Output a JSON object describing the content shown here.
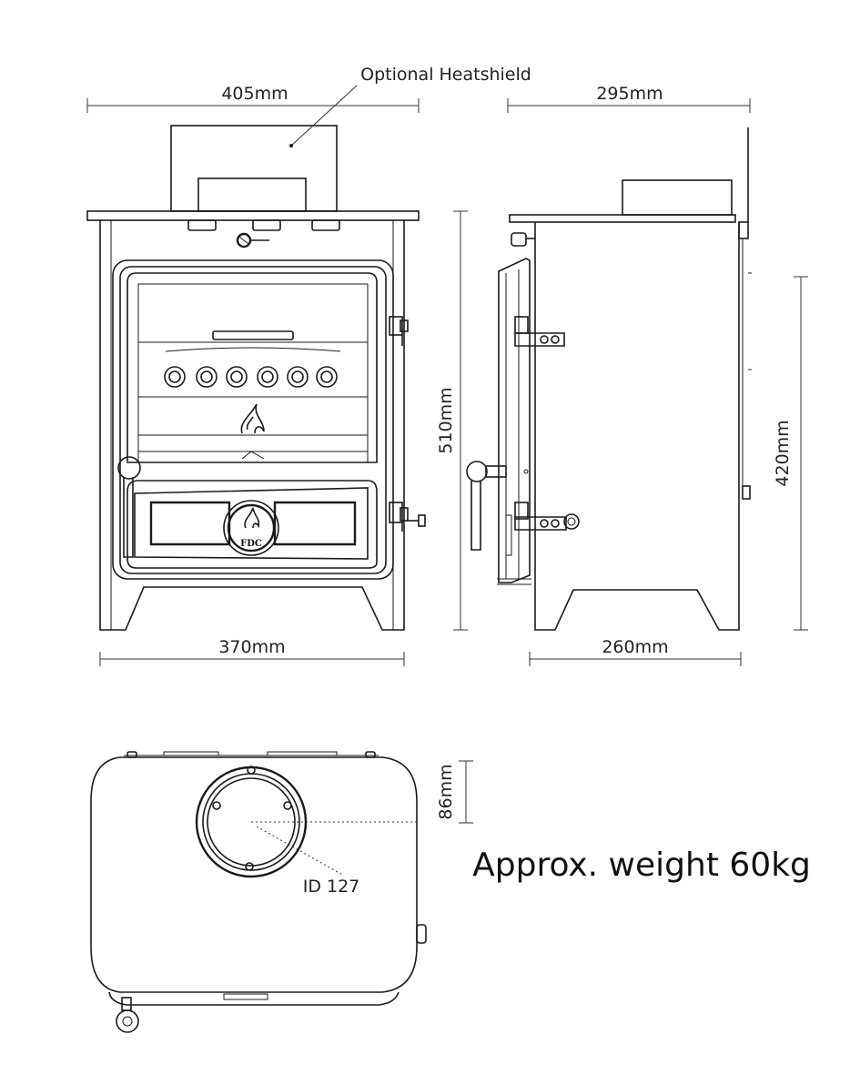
{
  "labels": {
    "heatshield": "Optional Heatshield",
    "front_width_top": "405mm",
    "side_depth_top": "295mm",
    "front_height": "510mm",
    "side_height": "420mm",
    "front_width_base": "370mm",
    "side_depth_base": "260mm",
    "flue_offset": "86mm",
    "flue_id": "ID 127",
    "weight": "Approx. weight 60kg",
    "logo": "FDC"
  }
}
